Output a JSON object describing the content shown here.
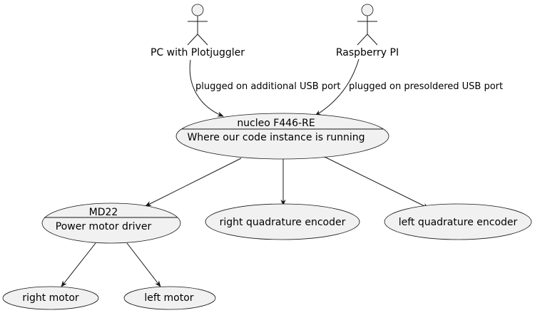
{
  "actors": {
    "pc": {
      "label": "PC with Plotjuggler"
    },
    "raspberry": {
      "label": "Raspberry PI"
    }
  },
  "usecases": {
    "nucleo": {
      "title": "nucleo F446-RE",
      "subtitle": "Where our code instance is running"
    },
    "md22": {
      "title": "MD22",
      "subtitle": "Power motor driver"
    },
    "right_encoder": {
      "label": "right quadrature encoder"
    },
    "left_encoder": {
      "label": "left quadrature encoder"
    },
    "right_motor": {
      "label": "right motor"
    },
    "left_motor": {
      "label": "left motor"
    }
  },
  "edges": {
    "pc_to_nucleo": "plugged on additional USB port",
    "raspberry_to_nucleo": "plugged on presoldered USB port"
  }
}
